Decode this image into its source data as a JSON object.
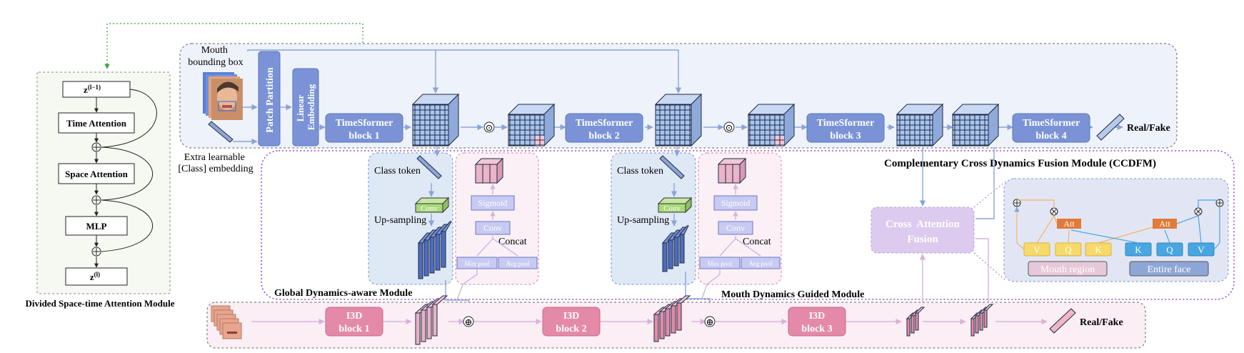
{
  "dst": {
    "title": "Divided Space-time Attention Module",
    "z_prev": "z",
    "z_prev_sup": "(l−1)",
    "time_attention": "Time Attention",
    "space_attention": "Space Attention",
    "mlp": "MLP",
    "z_out": "z",
    "z_out_sup": "(l)"
  },
  "top": {
    "mouth_bbox_line1": "Mouth",
    "mouth_bbox_line2": "bounding box",
    "patch_partition": "Patch Partition",
    "linear_embedding_line1": "Linear",
    "linear_embedding_line2": "Embedding",
    "extra_line1": "Extra learnable",
    "extra_line2": "[Class] embedding",
    "blocks": [
      {
        "line1": "TimeSformer",
        "line2": "block 1"
      },
      {
        "line1": "TimeSformer",
        "line2": "block 2"
      },
      {
        "line1": "TimeSformer",
        "line2": "block 3"
      },
      {
        "line1": "TimeSformer",
        "line2": "block 4"
      }
    ],
    "output": "Real/Fake",
    "odot": "⊙"
  },
  "global_module": {
    "title": "Global Dynamics-aware Module",
    "class_token": "Class token",
    "conv": "Conv",
    "upsampling": "Up-sampling"
  },
  "mouth_module": {
    "title": "Mouth Dynamics Guided Module",
    "sigmoid": "Sigmoid",
    "conv": "Conv",
    "concat": "Concat",
    "max_pool": "Max pool",
    "avg_pool": "Avg pool"
  },
  "ccdfm": {
    "title": "Complementary Cross Dynamics Fusion Module (CCDFM)",
    "fusion_line1": "Cross  Attention",
    "fusion_line2": "Fusion",
    "att": "Att",
    "v": "V",
    "q": "Q",
    "k": "K",
    "mouth_region": "Mouth region",
    "entire_face": "Entire face",
    "plus": "⊕",
    "times": "⊗"
  },
  "bottom": {
    "blocks": [
      {
        "line1": "I3D",
        "line2": "block 1"
      },
      {
        "line1": "I3D",
        "line2": "block 2"
      },
      {
        "line1": "I3D",
        "line2": "block 3"
      }
    ],
    "output": "Real/Fake",
    "plus": "⊕"
  },
  "colors": {
    "timesformer": "#7b93d6",
    "i3d": "#e48aa8",
    "top_panel": "#eef2fa",
    "bottom_panel": "#fbeef5",
    "ccdfm_border": "#9b4ed1",
    "att": "#e07b39",
    "value_yellow": "#f7d96a",
    "key_blue": "#4aa6e0"
  }
}
